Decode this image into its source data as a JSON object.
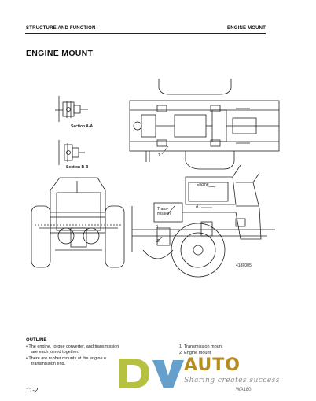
{
  "header": {
    "section": "STRUCTURE AND FUNCTION",
    "topic": "ENGINE MOUNT"
  },
  "title": "ENGINE MOUNT",
  "figure": {
    "section_a": "Section A-A",
    "section_b": "Section B-B",
    "label_engine": "Engine",
    "label_transmission": "Trans-\nmission",
    "label_a": "A",
    "label_b": "B",
    "label_1": "1",
    "label_2": "2",
    "fig_code": "418F005"
  },
  "outline": {
    "heading": "OUTLINE",
    "bullet1": "• The engine, torque converter, and transmission",
    "bullet1b": "are each joined together.",
    "bullet2": "• There are rubber mounts at the engine e",
    "bullet2b": "transmission end.",
    "item1": "1. Transmission mount",
    "item2": "2. Engine mount"
  },
  "footer": {
    "page": "11-2",
    "model": "WA180"
  },
  "watermark": {
    "brand": "AUTO",
    "tagline": "Sharing creates success"
  }
}
